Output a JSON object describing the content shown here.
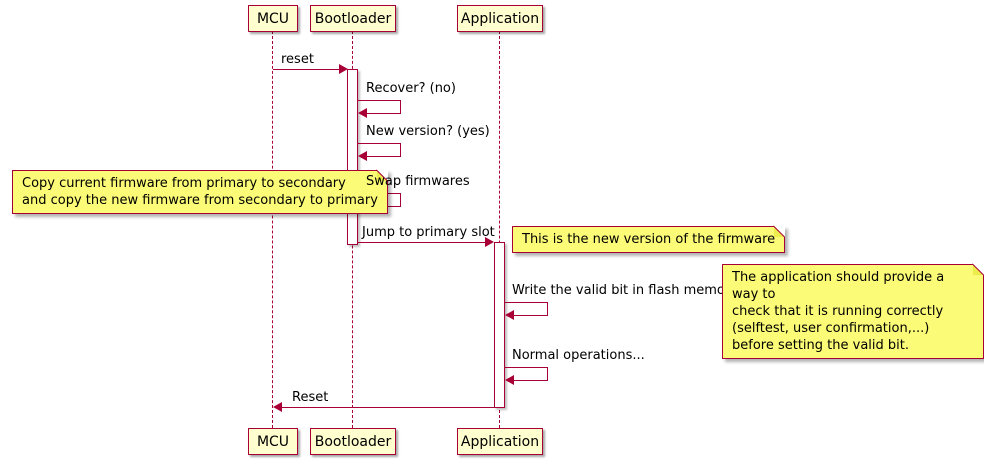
{
  "diagram_type": "sequence-diagram",
  "colors": {
    "border": "#A80036",
    "arrow": "#A80036",
    "participant_fill": "#FEFECE",
    "note_fill": "#FBFB77",
    "background": "#FFFFFF"
  },
  "participants": [
    {
      "name": "MCU"
    },
    {
      "name": "Bootloader"
    },
    {
      "name": "Application"
    }
  ],
  "messages": {
    "reset": "reset",
    "recover": "Recover? (no)",
    "new_version": "New version? (yes)",
    "swap": "Swap firmwares",
    "jump": "Jump to primary slot",
    "write_valid": "Write the valid bit in flash memory",
    "normal_ops": "Normal operations...",
    "reset_back": "Reset"
  },
  "notes": {
    "copy": "Copy current firmware from primary to secondary\nand copy the new firmware from secondary to primary",
    "new_version": "This is the new version of the firmware",
    "valid_bit": "The application should provide a way to\ncheck that it is running correctly\n(selftest, user confirmation,...)\nbefore setting the valid bit."
  }
}
